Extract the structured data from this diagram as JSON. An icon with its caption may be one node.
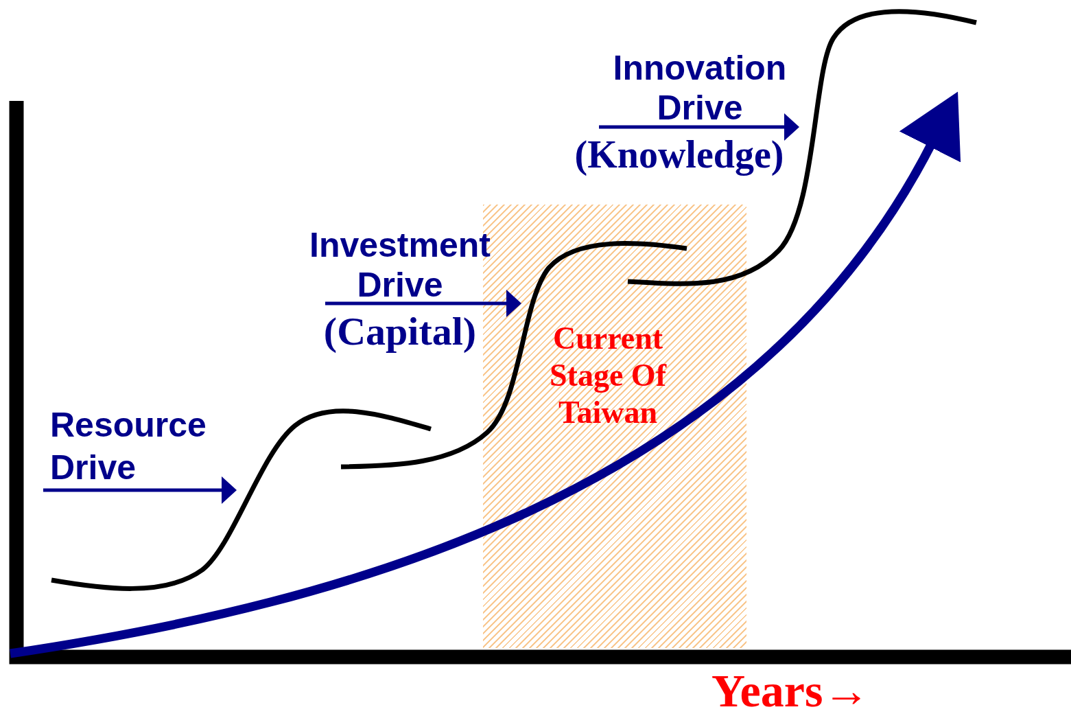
{
  "diagram": {
    "nodes": [
      {
        "text": [
          "Current Stage Of Taiwan"
        ]
      }
    ],
    "labels": [
      "Resource Drive",
      "Investment Drive",
      "(Capital)",
      "Innovation Drive",
      "(Knowledge)",
      "Years→"
    ]
  }
}
